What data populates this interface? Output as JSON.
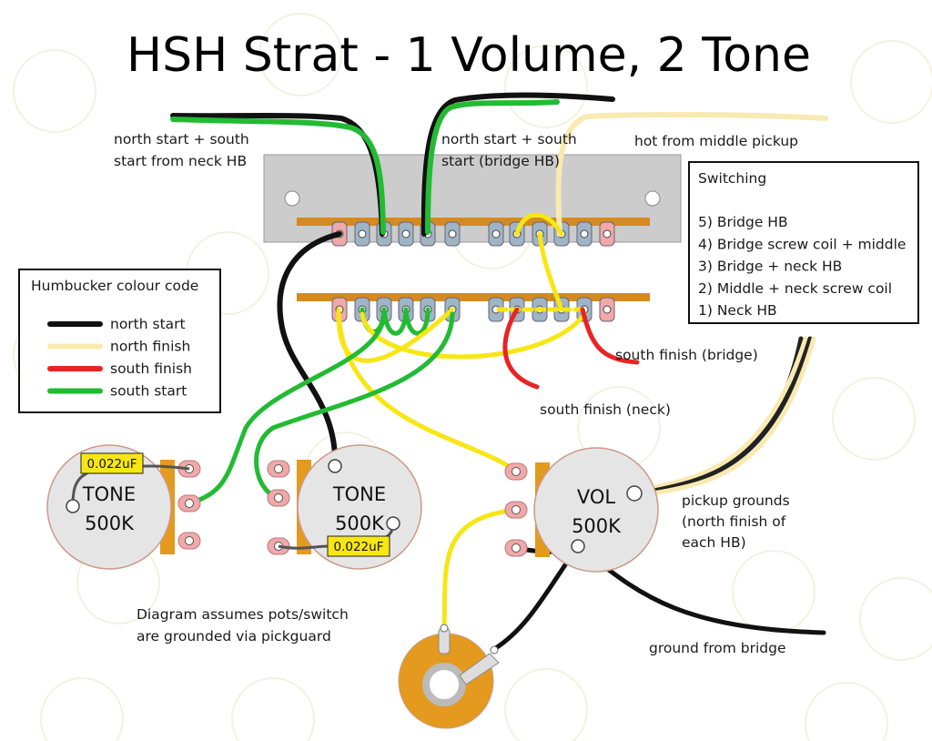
{
  "title": "HSH Strat - 1 Volume, 2 Tone",
  "colors": {
    "north_start": "#111111",
    "north_finish": "#f8eab0",
    "south_finish": "#e82424",
    "south_start": "#22bb33",
    "hot_yellow": "#f7e614",
    "switch_base": "#cccccc",
    "contact_strip": "#d48a1f",
    "lug_blue": "#9fb4c4",
    "lug_pink": "#f0a8a8",
    "pot_body": "#e5e5e5",
    "pot_lug_tab": "#e39a1e",
    "cap_yellow": "#f7e614",
    "jack_ring": "#e39a1e"
  },
  "labels": {
    "neck_hb": "north start + south\nstart from neck HB",
    "bridge_hb": "north start + south\nstart (bridge HB)",
    "hot_middle": "hot from middle pickup",
    "south_finish_bridge": "south finish (bridge)",
    "south_finish_neck": "south finish (neck)",
    "pickup_grounds": "pickup grounds\n(north finish of\neach HB)",
    "ground_bridge": "ground from bridge",
    "assumption": "Diagram assumes pots/switch\nare grounded via pickguard"
  },
  "switching": {
    "title": "Switching",
    "positions": [
      "5) Bridge HB",
      "4) Bridge screw coil + middle",
      "3) Bridge + neck HB",
      "2) Middle + neck screw coil",
      "1) Neck HB"
    ]
  },
  "legend": {
    "title": "Humbucker colour code",
    "items": [
      {
        "label": "north start",
        "color": "#111111"
      },
      {
        "label": "north finish",
        "color": "#f8eab0"
      },
      {
        "label": "south finish",
        "color": "#e82424"
      },
      {
        "label": "south start",
        "color": "#22bb33"
      }
    ]
  },
  "pots": {
    "tone1": {
      "name": "TONE",
      "value": "500K",
      "cap": "0.022uF"
    },
    "tone2": {
      "name": "TONE",
      "value": "500K",
      "cap": "0.022uF"
    },
    "vol": {
      "name": "VOL",
      "value": "500K"
    }
  }
}
